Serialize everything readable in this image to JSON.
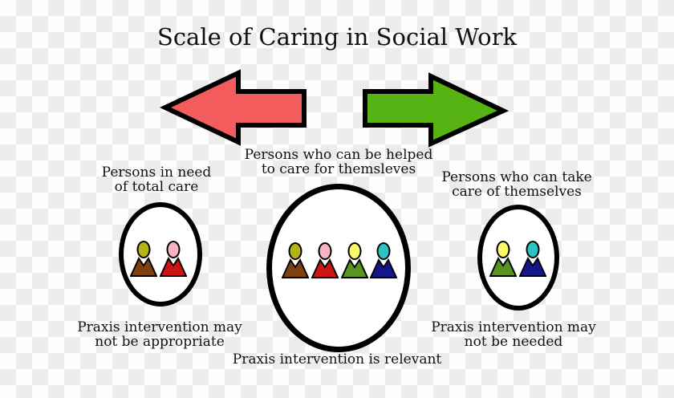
{
  "title": "Scale of Caring in Social Work",
  "background": {
    "checker_light": "#fdfdfd",
    "checker_dark": "#ececec"
  },
  "arrows": {
    "left": {
      "direction": "left",
      "color": "#f25c5c",
      "outline": "#000000"
    },
    "right": {
      "direction": "right",
      "color": "#56b313",
      "outline": "#000000"
    }
  },
  "groups": [
    {
      "id": "total-care",
      "top_label_line1": "Persons in need",
      "top_label_line2": "of total care",
      "bottom_label_line1": "Praxis intervention may",
      "bottom_label_line2": "not be appropriate",
      "people": [
        {
          "head": "#b2b513",
          "body": "#7d4111"
        },
        {
          "head": "#f7b3c2",
          "body": "#cc1414"
        }
      ]
    },
    {
      "id": "helped-to-care",
      "top_label_line1": "Persons who can be helped",
      "top_label_line2": "to care for themsleves",
      "bottom_label_line1": "Praxis intervention is relevant",
      "bottom_label_line2": "",
      "people": [
        {
          "head": "#b2b513",
          "body": "#7d4111"
        },
        {
          "head": "#f7b3c2",
          "body": "#cc1414"
        },
        {
          "head": "#f9f96a",
          "body": "#58941f"
        },
        {
          "head": "#2cc3c7",
          "body": "#16168c"
        }
      ]
    },
    {
      "id": "self-care",
      "top_label_line1": "Persons who can take",
      "top_label_line2": "care of themselves",
      "bottom_label_line1": "Praxis intervention may",
      "bottom_label_line2": "not be needed",
      "people": [
        {
          "head": "#f9f96a",
          "body": "#58941f"
        },
        {
          "head": "#2cc3c7",
          "body": "#16168c"
        }
      ]
    }
  ]
}
